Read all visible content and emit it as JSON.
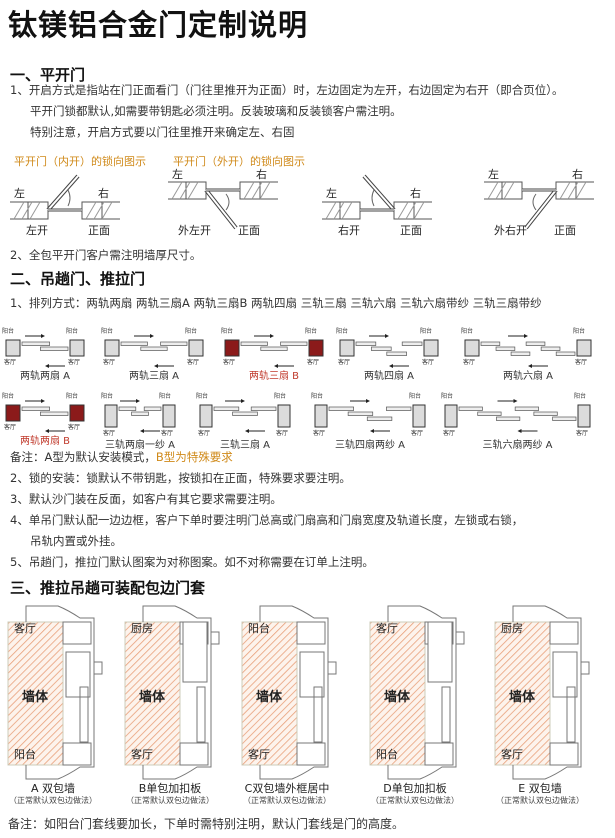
{
  "title": "钛镁铝合金门定制说明",
  "section1": {
    "heading": "一、平开门",
    "lines": [
      "1、开启方式是指站在门正面看门（门往里推开为正面）时，左边固定为左开，右边固定为右开（即合页位）。",
      "平开门锁都默认,如需要带钥匙必须注明。反装玻璃和反装锁客户需注明。",
      "特别注意，开启方式要以门往里推开来确定左、右固"
    ],
    "caption_in": "平开门（内开）的锁向图示",
    "caption_out": "平开门（外开）的锁向图示",
    "diagrams": [
      {
        "left": "左",
        "right": "右",
        "open": "左开",
        "front": "正面"
      },
      {
        "left": "左",
        "right": "右",
        "open": "外左开",
        "front": "正面"
      },
      {
        "left": "左",
        "right": "右",
        "open": "右开",
        "front": "正面"
      },
      {
        "left": "左",
        "right": "右",
        "open": "外右开",
        "front": "正面"
      }
    ],
    "line2": "2、全包平开门客户需注明墙厚尺寸。"
  },
  "section2": {
    "heading": "二、吊趟门、推拉门",
    "arrangement": "1、排列方式：两轨两扇  两轨三扇A  两轨三扇B  两轨四扇  三轨三扇  三轨六扇  三轨六扇带纱  三轨三扇带纱",
    "top_label": "阳台",
    "bottom_label": "客厅",
    "wall_color": "#dcdcdc",
    "special_color": "#8b1a1a",
    "diagrams": [
      {
        "name": "两轨两扇 A",
        "special": false
      },
      {
        "name": "两轨三扇 A",
        "special": false
      },
      {
        "name": "两轨三扇 B",
        "special": true
      },
      {
        "name": "两轨四扇 A",
        "special": false
      },
      {
        "name": "两轨六扇 A",
        "special": false
      },
      {
        "name": "两轨两扇 B",
        "special": true
      },
      {
        "name": "三轨两扇一纱 A",
        "special": false
      },
      {
        "name": "三轨三扇 A",
        "special": false
      },
      {
        "name": "三轨四扇两纱 A",
        "special": false
      },
      {
        "name": "三轨六扇两纱 A",
        "special": false
      }
    ],
    "note_prefix": "备注：A型为默认安装模式，",
    "note_special": "B型为特殊要求",
    "items": [
      "2、锁的安装：锁默认不带钥匙，按锁扣在正面，特殊要求要注明。",
      "3、默认沙门装在反面，如客户有其它要求需要注明。",
      "4、单吊门默认配一边边框，客户下单时要注明门总高或门扇高和门扇宽度及轨道长度，左锁或右锁，",
      "吊轨内置或外挂。",
      "5、吊趟门，推拉门默认图案为对称图案。如不对称需要在订单上注明。"
    ]
  },
  "section3": {
    "heading": "三、推拉吊趟可装配包边门套",
    "wall_label": "墙体",
    "hatch_color": "#e8a07a",
    "diagrams": [
      {
        "top": "客厅",
        "bottom": "阳台",
        "name": "A 双包墙",
        "sub": "（正常默认双包边做法）"
      },
      {
        "top": "厨房",
        "bottom": "客厅",
        "name": "B单包加扣板",
        "sub": "（正常默认双包边做法）"
      },
      {
        "top": "阳台",
        "bottom": "客厅",
        "name": "C双包墙外框居中",
        "sub": "（正常默认双包边做法）"
      },
      {
        "top": "客厅",
        "bottom": "阳台",
        "name": "D单包加扣板",
        "sub": "（正常默认双包边做法）"
      },
      {
        "top": "厨房",
        "bottom": "客厅",
        "name": "E 双包墙",
        "sub": "（正常默认双包边做法）"
      }
    ],
    "footer": "备注：如阳台门套线要加长，下单时需特别注明，默认门套线是门的高度。"
  }
}
